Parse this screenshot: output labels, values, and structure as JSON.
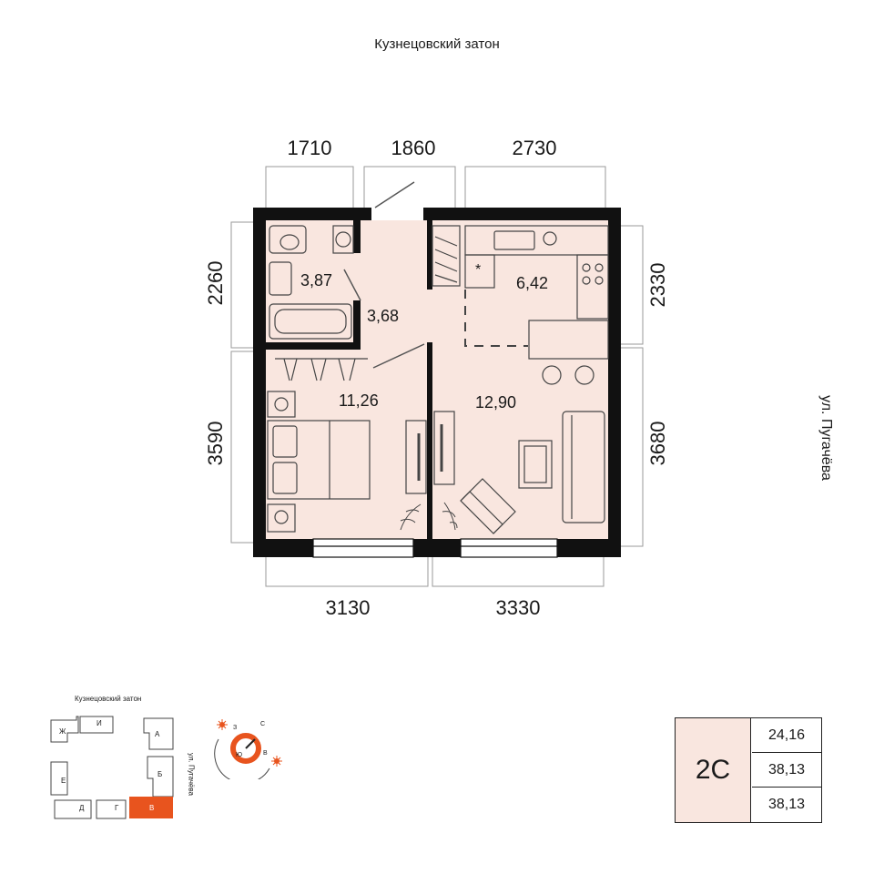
{
  "top_street": "Кузнецовский затон",
  "right_street": "ул. Пугачёва",
  "dimensions": {
    "top": [
      "1710",
      "1860",
      "2730"
    ],
    "bottom": [
      "3130",
      "3330"
    ],
    "left": [
      "2260",
      "3590"
    ],
    "right": [
      "2330",
      "3680"
    ]
  },
  "rooms": {
    "bathroom": "3,87",
    "hall": "3,68",
    "kitchen": "6,42",
    "bedroom": "11,26",
    "living": "12,90"
  },
  "kitchen_marker": "*",
  "site_plan": {
    "street_top": "Кузнецовский затон",
    "street_right": "ул. Пугачёва",
    "sections": [
      "Ж",
      "И",
      "А",
      "Е",
      "Б",
      "Д",
      "Г",
      "В"
    ],
    "highlighted": "В"
  },
  "compass": {
    "labels": [
      "З",
      "С",
      "Ю",
      "В"
    ]
  },
  "apartment": {
    "code": "2С",
    "values": [
      "24,16",
      "38,13",
      "38,13"
    ]
  },
  "colors": {
    "accent": "#e8541e",
    "room_fill": "#f9e6df",
    "wall": "#111111",
    "dim_line": "#9a9a9a"
  }
}
